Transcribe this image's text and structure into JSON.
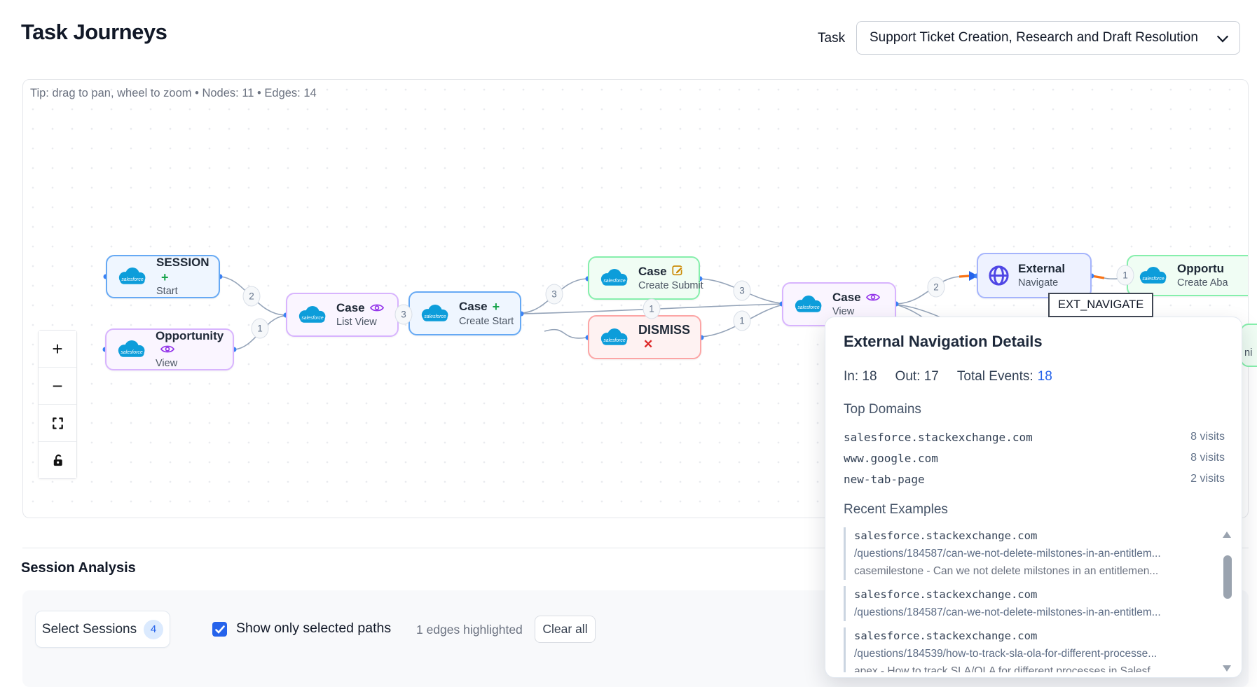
{
  "header": {
    "title": "Task Journeys",
    "task_label": "Task",
    "task_value": "Support Ticket Creation, Research and Draft Resolution"
  },
  "graph": {
    "tip": "Tip: drag to pan, wheel to zoom • Nodes: 11 • Edges: 14",
    "toolbar_icons": [
      "zoom-in-plus",
      "zoom-out-minus",
      "fit-view-brackets",
      "lock-open"
    ],
    "tooltip": "EXT_NAVIGATE",
    "highlight_color": "#f97316",
    "arrow_color": "#2563eb",
    "nodes": [
      {
        "title": "SESSION",
        "subtitle": "Start",
        "icon": "plus-icon",
        "color": "blue"
      },
      {
        "title": "Opportunity",
        "subtitle": "View",
        "icon": "eye-icon",
        "color": "purple"
      },
      {
        "title": "Case",
        "subtitle": "List View",
        "icon": "eye-icon",
        "color": "purple"
      },
      {
        "title": "Case",
        "subtitle": "Create Start",
        "icon": "plus-icon",
        "color": "blue"
      },
      {
        "title": "Case",
        "subtitle": "Create Submit",
        "icon": "edit-icon",
        "color": "green"
      },
      {
        "title": "DISMISS",
        "subtitle": "",
        "icon": "close-icon",
        "color": "red"
      },
      {
        "title": "Case",
        "subtitle": "View",
        "icon": "eye-icon",
        "color": "purple"
      },
      {
        "title": "External",
        "subtitle": "Navigate",
        "icon": "globe-icon",
        "color": "indigo"
      },
      {
        "title": "Opportu",
        "subtitle": "Create Aba",
        "icon": "",
        "color": "green"
      }
    ],
    "partial_node_fragment": "ni",
    "edges": [
      {
        "count": "2",
        "from": "SESSION Start",
        "to": "Case List View"
      },
      {
        "count": "1",
        "from": "Opportunity View",
        "to": "Case List View"
      },
      {
        "count": "3",
        "from": "Case List View",
        "to": "Case Create Start"
      },
      {
        "count": "3",
        "from": "Case Create Start",
        "to": "Case Create Submit"
      },
      {
        "count": "1",
        "from": "Case Create Start",
        "to": "Case View"
      },
      {
        "count": "3",
        "from": "Case Create Submit",
        "to": "Case View"
      },
      {
        "count": "1",
        "from": "DISMISS",
        "to": "Case View"
      },
      {
        "count": "2",
        "from": "Case View",
        "to": "External Navigate"
      },
      {
        "count": "1",
        "from": "External Navigate",
        "to": "Opportunity Create"
      }
    ]
  },
  "popup": {
    "title": "External Navigation Details",
    "stats": {
      "in": "In: 18",
      "out": "Out: 17",
      "total_label": "Total Events:",
      "total_value": "18"
    },
    "top_domains": {
      "heading": "Top Domains",
      "rows": [
        {
          "domain": "salesforce.stackexchange.com",
          "visits": "8 visits"
        },
        {
          "domain": "www.google.com",
          "visits": "8 visits"
        },
        {
          "domain": "new-tab-page",
          "visits": "2 visits"
        }
      ]
    },
    "recent": {
      "heading": "Recent Examples",
      "items": [
        {
          "domain": "salesforce.stackexchange.com",
          "path": "/questions/184587/can-we-not-delete-milstones-in-an-entitlem...",
          "desc": "casemilestone - Can we not delete milstones in an entitlemen..."
        },
        {
          "domain": "salesforce.stackexchange.com",
          "path": "/questions/184587/can-we-not-delete-milstones-in-an-entitlem...",
          "desc": ""
        },
        {
          "domain": "salesforce.stackexchange.com",
          "path": "/questions/184539/how-to-track-sla-ola-for-different-processe...",
          "desc": "apex - How to track SLA/OLA for different processes in Salesf"
        }
      ]
    }
  },
  "session_analysis": {
    "heading": "Session Analysis",
    "select_button": "Select Sessions",
    "select_count": "4",
    "checkbox_label": "Show only selected paths",
    "checkbox_checked": true,
    "highlight_status": "1 edges highlighted",
    "clear_button": "Clear all"
  }
}
